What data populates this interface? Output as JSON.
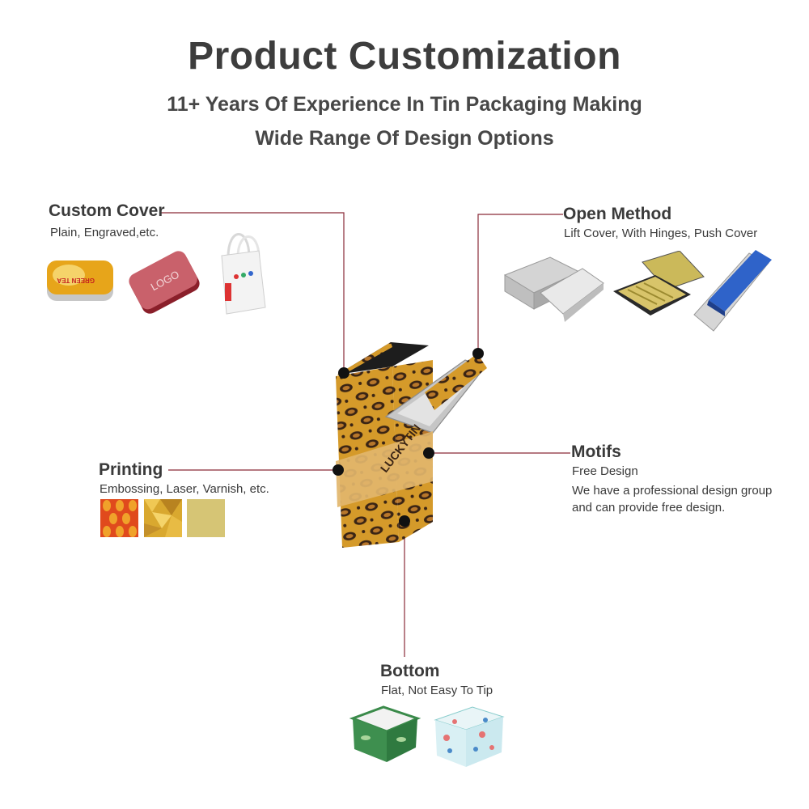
{
  "header": {
    "title": "Product Customization",
    "subtitle_1": "11+ Years Of Experience In Tin Packaging Making",
    "subtitle_2": "Wide Range Of Design Options"
  },
  "features": {
    "custom_cover": {
      "title": "Custom Cover",
      "desc": "Plain, Engraved,etc."
    },
    "open_method": {
      "title": "Open Method",
      "desc": "Lift Cover, With Hinges, Push Cover"
    },
    "printing": {
      "title": "Printing",
      "desc": "Embossing, Laser, Varnish, etc."
    },
    "motifs": {
      "title": "Motifs",
      "desc": "Free Design",
      "desc_2": "We have a professional design group",
      "desc_3": "and can provide free design."
    },
    "bottom": {
      "title": "Bottom",
      "desc": "Flat, Not Easy To Tip"
    }
  },
  "product": {
    "brand_text": "LUCKYTIN"
  },
  "samples": {
    "green_tea_tin_text": "GREEN TEA",
    "logo_tin_text": "LOGO"
  },
  "colors": {
    "connector_line": "#8a2b38",
    "dot": "#111111",
    "heading": "#3a3a3a"
  }
}
